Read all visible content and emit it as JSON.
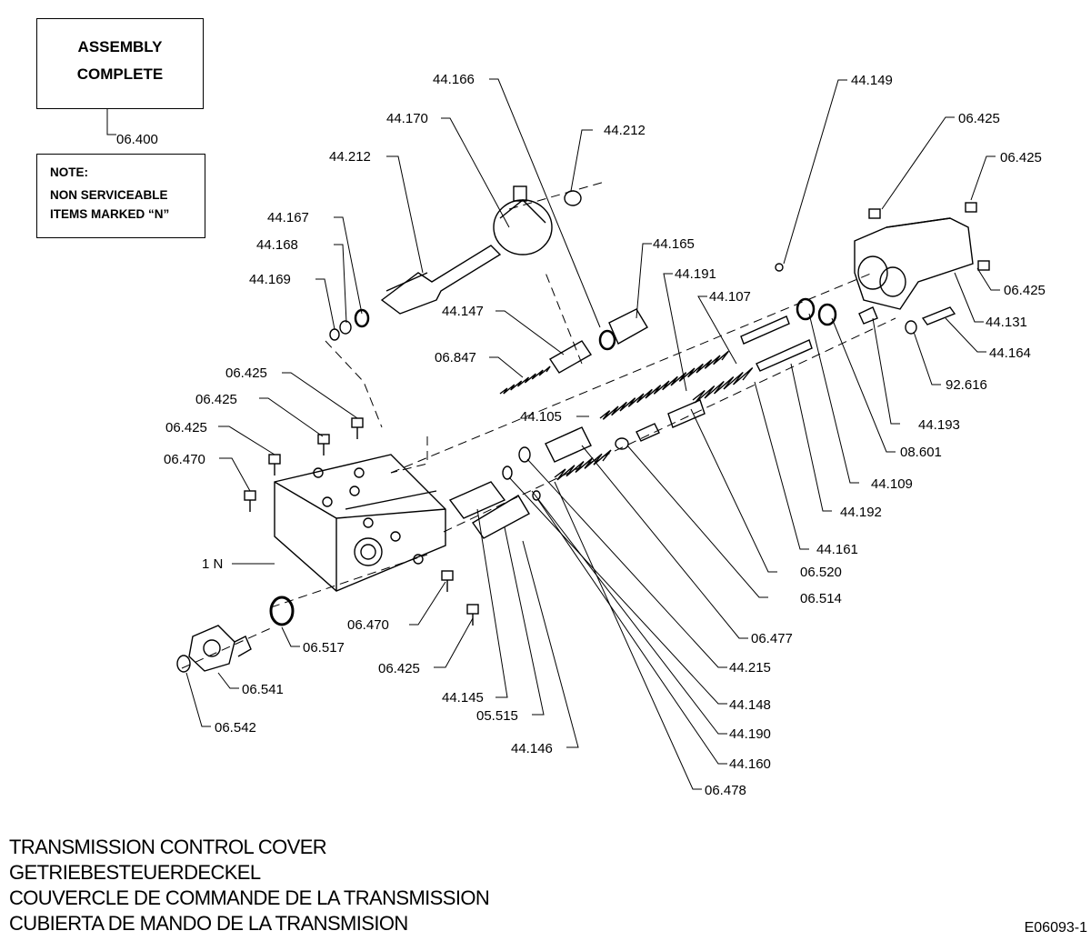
{
  "notes": {
    "assembly": [
      "ASSEMBLY",
      "COMPLETE"
    ],
    "note": [
      "NOTE:",
      "NON SERVICEABLE",
      "ITEMS MARKED “N”"
    ]
  },
  "titles": [
    "TRANSMISSION CONTROL COVER",
    "GETRIEBESTEUERDECKEL",
    "COUVERCLE DE COMMANDE DE LA TRANSMISSION",
    "CUBIERTA DE MANDO DE LA TRANSMISION"
  ],
  "figure_id": "E06093-1",
  "callouts": [
    "06.400",
    "44.166",
    "44.170",
    "44.212",
    "44.212",
    "44.149",
    "06.425",
    "06.425",
    "44.167",
    "44.168",
    "44.169",
    "44.165",
    "44.191",
    "44.107",
    "06.425",
    "44.147",
    "44.131",
    "06.847",
    "44.164",
    "92.616",
    "06.425",
    "06.425",
    "44.193",
    "44.105",
    "06.425",
    "08.601",
    "06.470",
    "44.109",
    "44.192",
    "44.161",
    "1 N",
    "06.520",
    "06.514",
    "06.470",
    "06.477",
    "06.517",
    "06.425",
    "44.215",
    "06.541",
    "44.145",
    "44.148",
    "05.515",
    "06.542",
    "44.190",
    "44.146",
    "44.160",
    "06.478"
  ]
}
